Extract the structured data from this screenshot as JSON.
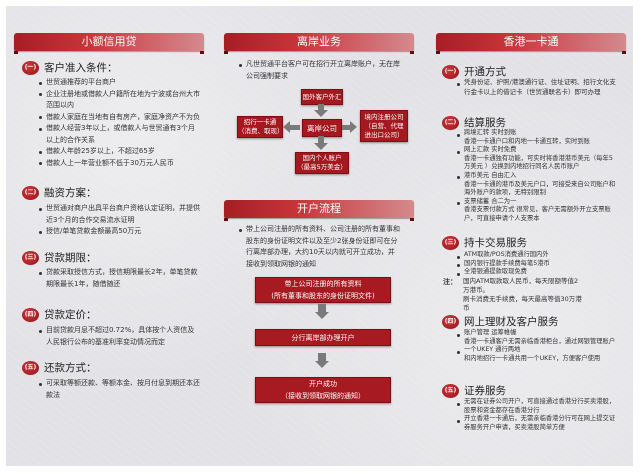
{
  "colors": {
    "accent": "#a3191f",
    "banner_light": "#d48a8d",
    "arrow": "#7a7a7a",
    "background": "#e4e4e8"
  },
  "left": {
    "title": "小额信用贷",
    "sections": [
      {
        "badge": "(一)",
        "title": "客户准入条件：",
        "items": [
          "世贸通推荐的平台商户",
          "企业注册地或借款人户籍所在地为宁波或台州大市范围以内",
          "借款人家庭在当地有自有房产，家庭净资产不为负",
          "借款人经营3年以上，或借款人与世贸通有3个月以上的合作关系",
          "借款人年龄25岁以上，不超过65岁",
          "借款人上一年营业额不低于30万元人民币"
        ]
      },
      {
        "badge": "(二)",
        "title": "融资方案：",
        "items": [
          "世贸通对商户出具平台商户资格认定证明，并提供近3个月的合作交易流水证明",
          "授信/单笔贷款金额最高50万元"
        ]
      },
      {
        "badge": "(三)",
        "title": "贷款期限：",
        "items": [
          "贷款采取授信方式，授信期限最长2年，单笔贷款期限最长1年，随借随还"
        ]
      },
      {
        "badge": "(四)",
        "title": "贷款定价：",
        "items": [
          "目前贷款月息不超过0.72%，具体按个人资信及人民银行公布的基准利率变动情况而定"
        ]
      },
      {
        "badge": "(五)",
        "title": "还款方式：",
        "items": [
          "可采取等额还款、等额本金、按月付息到期还本还款法"
        ]
      }
    ]
  },
  "middle": {
    "offshore": {
      "title": "离岸业务",
      "intro": "凡世贸通平台客户可在招行开立离岸账户，无在岸公司强制要求",
      "diagram": {
        "top": "国外客户外汇",
        "center": "离岸公司",
        "left": [
          "招行一卡通",
          "（消费、取现）"
        ],
        "right": [
          "境内注册公司",
          "（自营、代理",
          "进出口公司）"
        ],
        "bottom": [
          "国内个人账户",
          "（最高5万美金）"
        ]
      }
    },
    "process": {
      "title": "开户流程",
      "intro": "带上公司注册的所有资料、公司注册的所有董事和股东的身份证明文件以及至少2张身份证即可在分行离岸部办理，大约10天以内就可开立成功，并接收到领取网银的通知",
      "steps": [
        [
          "带上公司注册的所有资料",
          "(所有董事和股东的身份证明文件)"
        ],
        [
          "分行离岸部办理开户"
        ],
        [
          "开户成功",
          "（接收到领取网银的通知）"
        ]
      ]
    }
  },
  "right": {
    "title": "香港一卡通",
    "sections": [
      {
        "badge": "(一)",
        "title": "开通方式",
        "items": [
          {
            "head": "凭身份证、护照/港澳通行证、住址证明、招行文化支行金卡以上的借记卡（世贸通联名卡）即可办理",
            "sub": ""
          }
        ]
      },
      {
        "badge": "(二)",
        "title": "结算服务",
        "items": [
          {
            "head": "跨境汇转 实时到账",
            "sub": "香港一卡通户口和内地一卡通互转，实时到账"
          },
          {
            "head": "网上汇款 实时免费",
            "sub": "香港一卡通独有功能，可实时将香港港币美元（每年5万美元 ）兑换到内地招行同名人民币账户"
          },
          {
            "head": "港币美元 自由汇入",
            "sub": "香港一卡通的港币及美元户口，可接受来自公司账户和海外账户的款项，无特别限制"
          },
          {
            "head": "支票储蓄 合二为一",
            "sub": "香港支票付款方式 很常见，客户无需额外开立支票账户，可直接申请个人支票本"
          }
        ]
      },
      {
        "badge": "(三)",
        "title": "持卡交易服务",
        "items": [
          {
            "head": "ATM取款/POS消费通行国内外",
            "sub": ""
          },
          {
            "head": "国内银行提款手续费每笔5港币",
            "sub": ""
          },
          {
            "head": "全港银通提款取现免费",
            "sub": ""
          }
        ],
        "note_label": "注：",
        "note_lines": [
          "国内ATM取款取人民币，每天限额等值2万港币。",
          "刷卡消费无手续费，每天最高等值30万港币"
        ]
      },
      {
        "badge": "(四)",
        "title": "网上理财及客户服务",
        "items": [
          {
            "head": "账户管理 运筹帷幄",
            "sub": "香港一卡通客户无需亲临香港柜台，通过网银管理账户"
          },
          {
            "head": "一个UKEY 通行两地",
            "sub": "和内地招行一卡通共用一个UKEY，方便客户使用"
          }
        ]
      },
      {
        "badge": "(五)",
        "title": "证券服务",
        "items": [
          {
            "head": "无需在证券公司开户，可直接通过香港分行买卖港股，股票和资金都存在香港分行",
            "sub": ""
          },
          {
            "head": "开立香港一卡通后，无需亲临香港分行可在网上提交证券服务开户申请，买卖港股简单方便",
            "sub": ""
          }
        ]
      }
    ]
  }
}
